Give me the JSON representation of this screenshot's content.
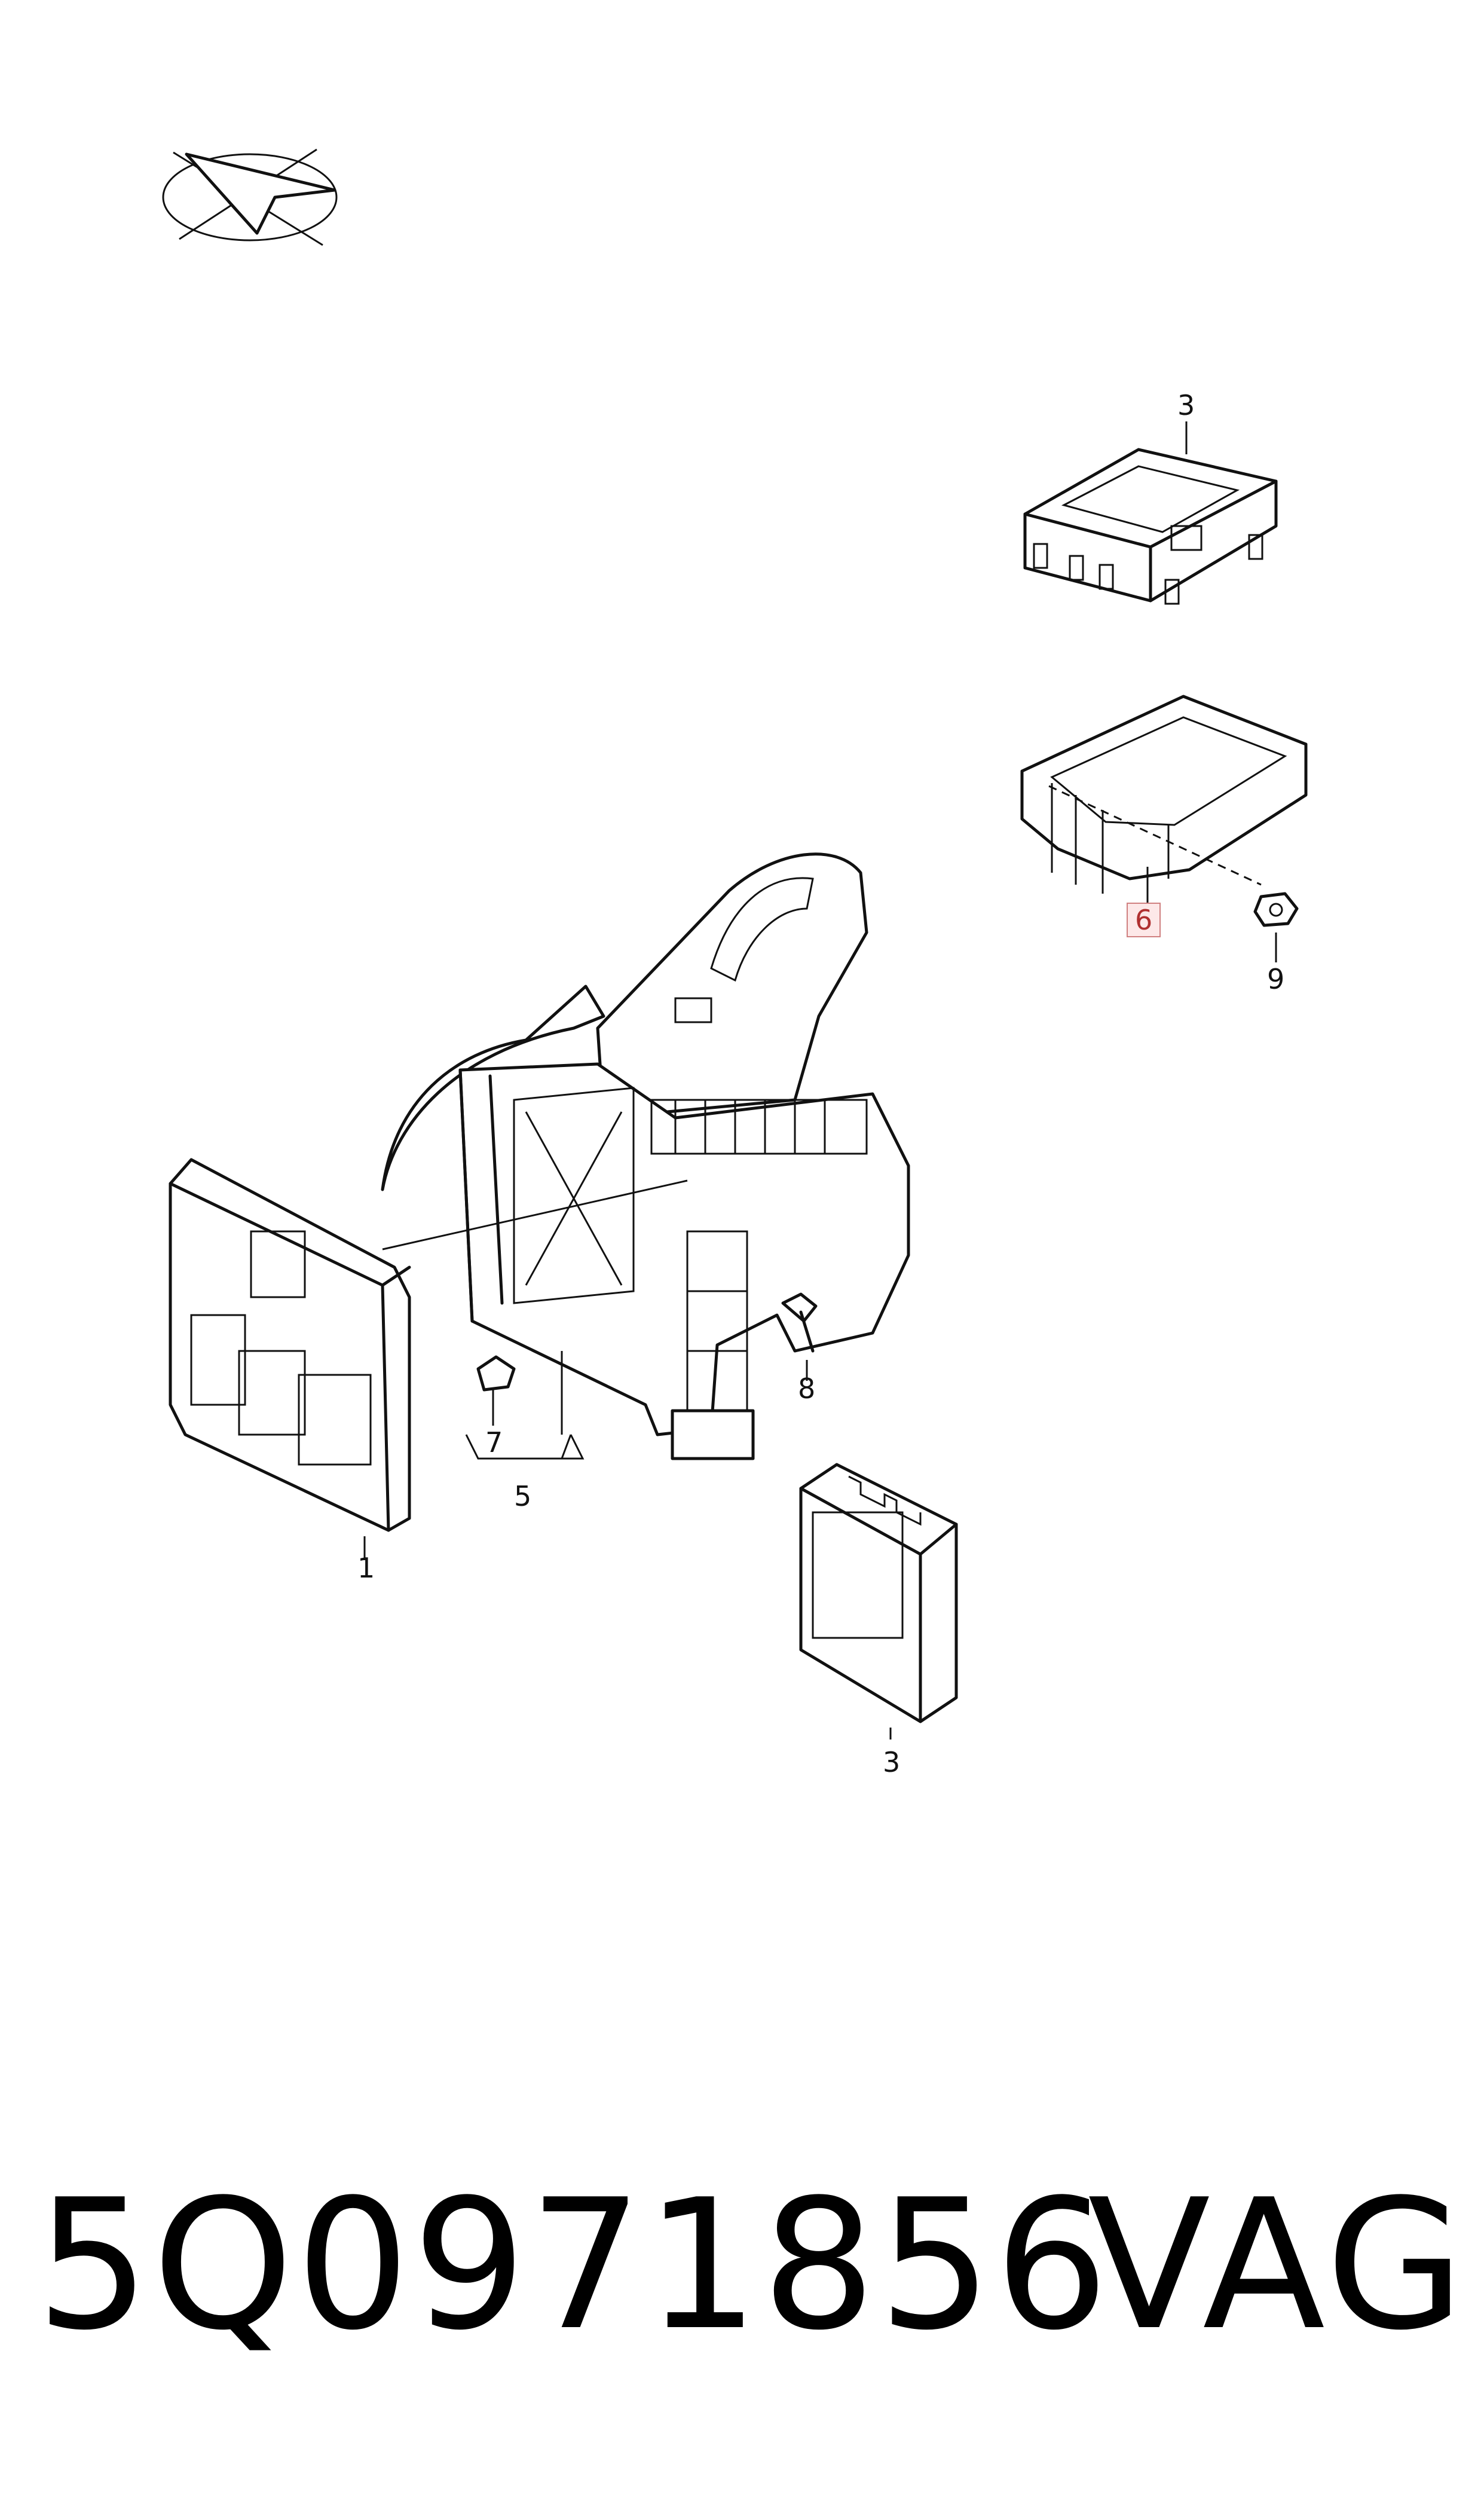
{
  "callouts": {
    "c1": "1",
    "c3_top": "3",
    "c3_bottom": "3",
    "c5": "5",
    "c6": "6",
    "c7": "7",
    "c8": "8",
    "c9": "9"
  },
  "part_number": "5Q0971856",
  "brand": "VAG",
  "colors": {
    "highlight_border": "#d08080",
    "highlight_fill": "#fde8e8",
    "highlight_text": "#b03030"
  }
}
